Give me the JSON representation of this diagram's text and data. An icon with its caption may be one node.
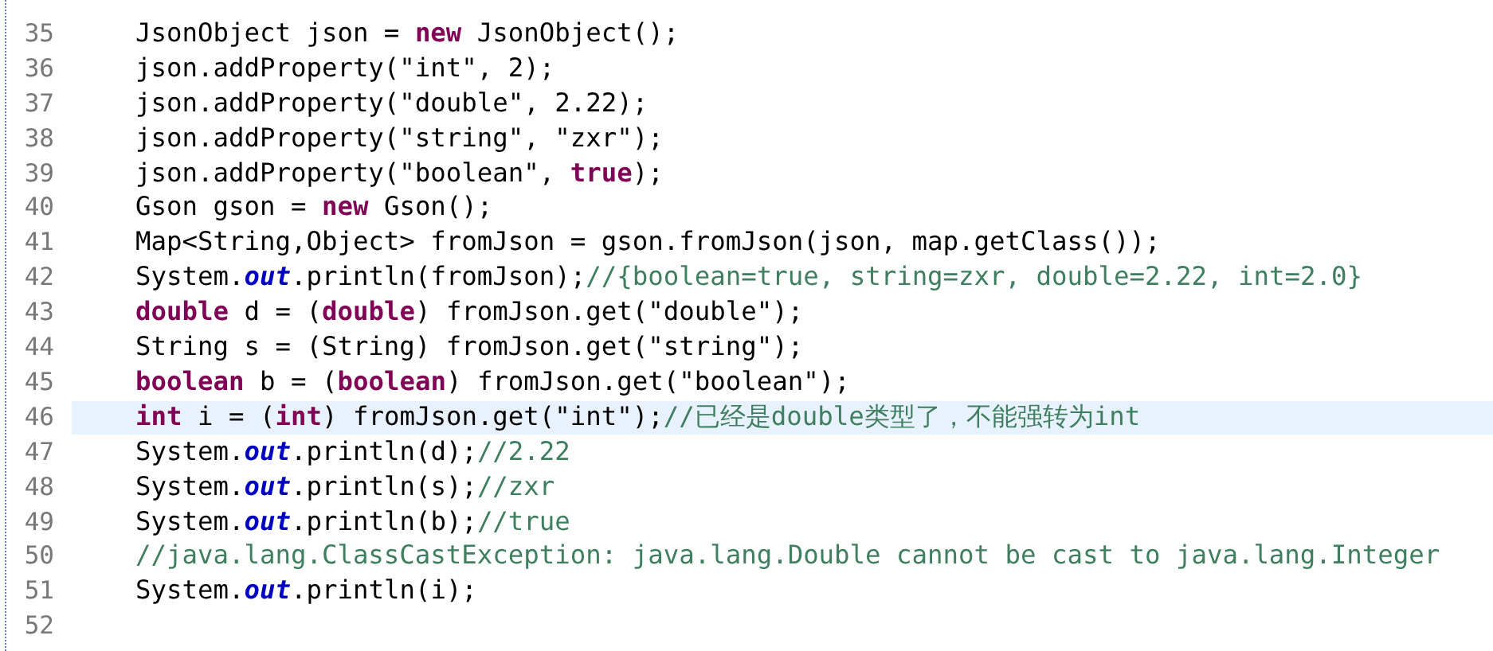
{
  "diagram": {
    "labels": [
      "35",
      "JsonObject json = **new** JsonObject();",
      "36",
      "json.addProperty(\"int\", 2);",
      "37",
      "json.addProperty(\"double\", 2.22);",
      "38",
      "json.addProperty(\"string\", \"zxr\");",
      "39",
      "json.addProperty(\"boolean\", **true**);",
      "40",
      "Gson gson = **new** Gson();",
      "41",
      "Map<String,Object> fromJson = gson.fromJson(json, map.getClass());",
      "42",
      "System.*out*.println(fromJson);",
      "//{boolean=true, string=zxr, double=2.22, int=2.0}",
      "43",
      "**double** d = (**double**) fromJson.get(\"double\");",
      "44",
      "String s = (String) fromJson.get(\"string\");",
      "45",
      "**boolean** b = (**boolean**) fromJson.get(\"boolean\");",
      "46",
      "**int** i = (**int**) fromJson.get(\"int\");",
      "//已经是double类型了，不能强转为int",
      "47",
      "System.*out*.println(d);",
      "//2.22",
      "48",
      "System.*out*.println(s);",
      "//zxr",
      "49",
      "System.*out*.println(b);",
      "//true",
      "50",
      "//java.lang.ClassCastException: java.lang.Double cannot be cast to java.lang.Integer",
      "51",
      "System.*out*.println(i);",
      "52"
    ]
  }
}
